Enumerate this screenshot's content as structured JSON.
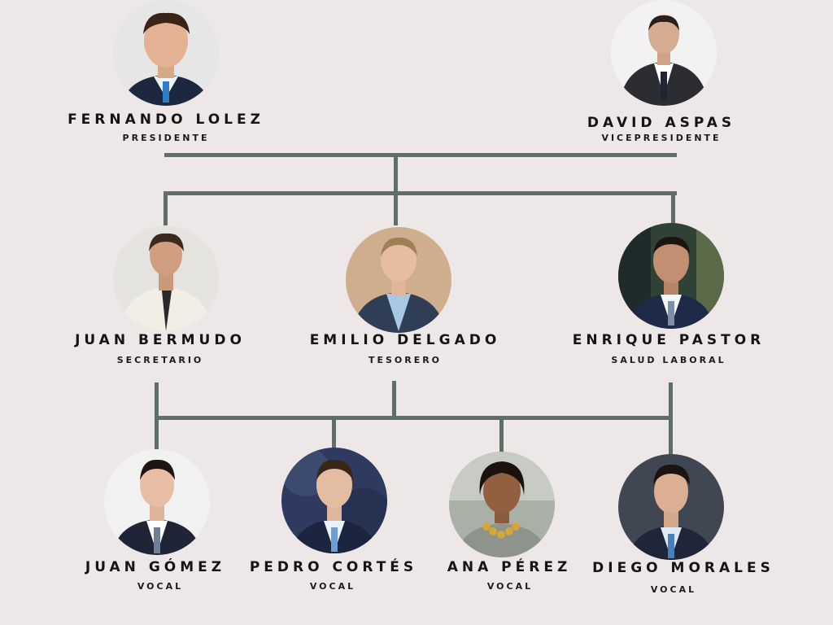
{
  "colors": {
    "background": "#ede8e7",
    "connector": "#5f6f68"
  },
  "members": {
    "fernando": {
      "name": "FERNANDO LOLEZ",
      "role": "PRESIDENTE",
      "icon": "person-photo-icon"
    },
    "david": {
      "name": "DAVID ASPAS",
      "role": "VICEPRESIDENTE",
      "icon": "person-photo-icon"
    },
    "juan_b": {
      "name": "JUAN BERMUDO",
      "role": "SECRETARIO",
      "icon": "person-photo-icon"
    },
    "emilio": {
      "name": "EMILIO DELGADO",
      "role": "TESORERO",
      "icon": "person-photo-icon"
    },
    "enrique": {
      "name": "ENRIQUE PASTOR",
      "role": "SALUD LABORAL",
      "icon": "person-photo-icon"
    },
    "juan_g": {
      "name": "JUAN GÓMEZ",
      "role": "VOCAL",
      "icon": "person-photo-icon"
    },
    "pedro": {
      "name": "PEDRO CORTÉS",
      "role": "VOCAL",
      "icon": "person-photo-icon"
    },
    "ana": {
      "name": "ANA PÉREZ",
      "role": "VOCAL",
      "icon": "person-photo-icon"
    },
    "diego": {
      "name": "DIEGO MORALES",
      "role": "VOCAL",
      "icon": "person-photo-icon"
    }
  }
}
